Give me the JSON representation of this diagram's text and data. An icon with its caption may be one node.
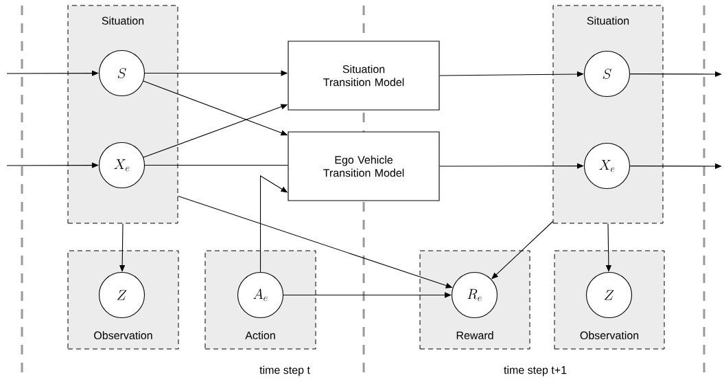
{
  "diagram": {
    "nodes": [
      {
        "text": [
          "Situation"
        ]
      },
      {
        "text": [
          "S"
        ],
        "in": 0
      },
      {
        "text": [
          "X_e"
        ],
        "in": 0
      },
      {
        "text": [
          "Situation Transition Model"
        ]
      },
      {
        "text": [
          "Ego Vehicle Transition Model"
        ]
      },
      {
        "text": [
          "Situation"
        ]
      },
      {
        "text": [
          "S"
        ],
        "in": 5
      },
      {
        "text": [
          "X_e"
        ],
        "in": 5
      },
      {
        "text": [
          "Observation"
        ]
      },
      {
        "text": [
          "Z"
        ],
        "in": 8
      },
      {
        "text": [
          "Action"
        ]
      },
      {
        "text": [
          "A_e"
        ],
        "in": 10
      },
      {
        "text": [
          "Reward"
        ]
      },
      {
        "text": [
          "R_e"
        ],
        "in": 12
      },
      {
        "text": [
          "Observation"
        ]
      },
      {
        "text": [
          "Z"
        ],
        "in": 14
      }
    ],
    "edges": [
      {
        "from": null,
        "to": 1,
        "arrow": "to"
      },
      {
        "from": null,
        "to": 2,
        "arrow": "to"
      },
      {
        "from": 1,
        "to": 3,
        "arrow": "to"
      },
      {
        "from": 1,
        "to": 4,
        "arrow": "to"
      },
      {
        "from": 2,
        "to": 3,
        "arrow": "to"
      },
      {
        "from": 2,
        "to": 4,
        "arrow": "none"
      },
      {
        "from": 3,
        "to": 6,
        "arrow": "to"
      },
      {
        "from": 4,
        "to": 7,
        "arrow": "to"
      },
      {
        "from": 6,
        "to": null,
        "arrow": "to"
      },
      {
        "from": 7,
        "to": null,
        "arrow": "to"
      },
      {
        "from": 0,
        "to": 9,
        "arrow": "to"
      },
      {
        "from": 0,
        "to": 13,
        "arrow": "to"
      },
      {
        "from": 11,
        "to": 4,
        "arrow": "to"
      },
      {
        "from": 11,
        "to": 13,
        "arrow": "to"
      },
      {
        "from": 5,
        "to": 13,
        "arrow": "to"
      },
      {
        "from": 5,
        "to": 15,
        "arrow": "to"
      }
    ],
    "labels": [
      "time step t",
      "time step t+1"
    ]
  }
}
